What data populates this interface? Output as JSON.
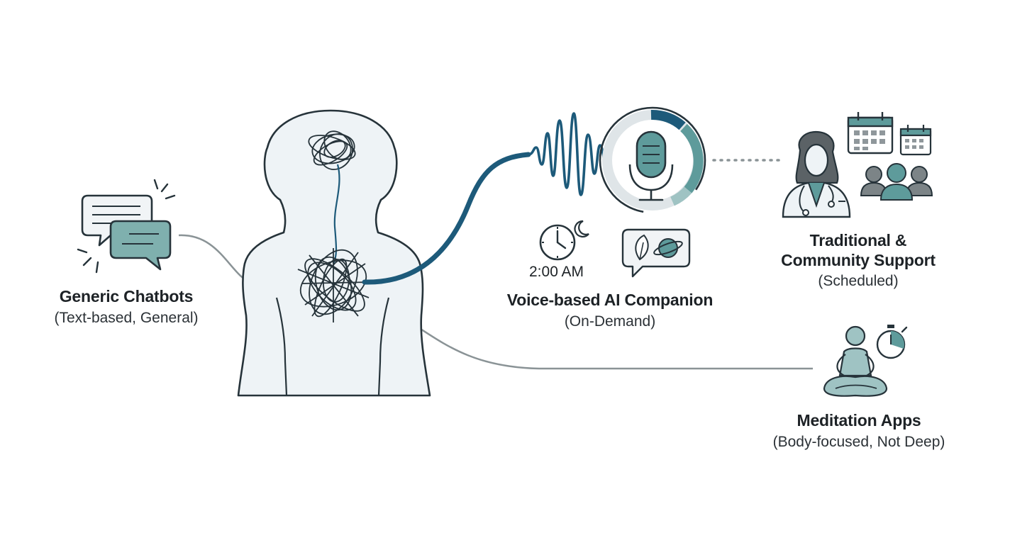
{
  "colors": {
    "stroke": "#26333a",
    "deep_blue": "#1d5a7a",
    "teal": "#5e9b9b",
    "light_teal": "#9fc3c3",
    "pale_fill": "#eef3f6",
    "connector": "#8a9396"
  },
  "nodes": {
    "chatbots": {
      "title": "Generic Chatbots",
      "subtitle": "(Text-based, General)",
      "icon": "chat-bubbles-icon"
    },
    "voice": {
      "title": "Voice-based AI Companion",
      "subtitle": "(On-Demand)",
      "time": "2:00 AM",
      "icon": "microphone-icon"
    },
    "traditional": {
      "title_line1": "Traditional &",
      "title_line2": "Community Support",
      "subtitle": "(Scheduled)",
      "icon": "doctor-icon"
    },
    "meditation": {
      "title": "Meditation Apps",
      "subtitle": "(Body-focused, Not Deep)",
      "icon": "meditation-icon"
    }
  }
}
